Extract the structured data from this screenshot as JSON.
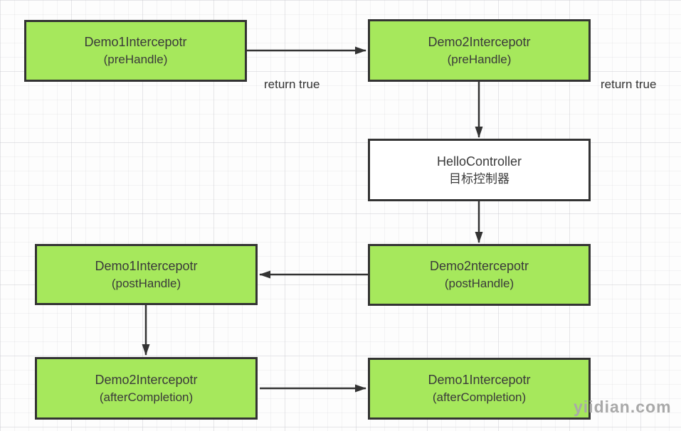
{
  "diagram": {
    "watermark": "yiidian.com",
    "colors": {
      "node_fill": "#a6e85c",
      "node_border": "#333333",
      "controller_fill": "#ffffff",
      "arrow": "#333333",
      "watermark_color": "#a9a9a9"
    },
    "nodes": [
      {
        "id": "demo1-prehandle",
        "line1": "Demo1Intercepotr",
        "line2": "(preHandle)"
      },
      {
        "id": "demo2-prehandle",
        "line1": "Demo2Intercepotr",
        "line2": "(preHandle)"
      },
      {
        "id": "hello-controller",
        "line1": "HelloController",
        "line2": "目标控制器"
      },
      {
        "id": "demo2-posthandle",
        "line1": "Demo2ntercepotr",
        "line2": "(postHandle)"
      },
      {
        "id": "demo1-posthandle",
        "line1": "Demo1Intercepotr",
        "line2": "(postHandle)"
      },
      {
        "id": "demo2-aftercompletion",
        "line1": "Demo2Intercepotr",
        "line2": "(afterCompletion)"
      },
      {
        "id": "demo1-aftercompletion",
        "line1": "Demo1Intercepotr",
        "line2": "(afterCompletion)"
      }
    ],
    "labels": [
      {
        "id": "return-true-1",
        "text": "return true"
      },
      {
        "id": "return-true-2",
        "text": "return true"
      }
    ]
  }
}
